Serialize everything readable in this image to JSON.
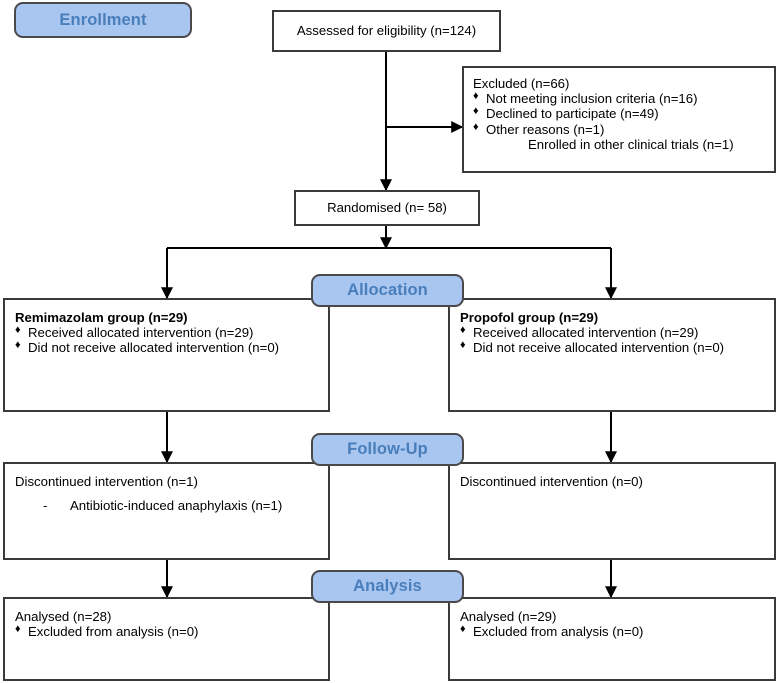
{
  "diagram": {
    "type": "consort-flow-diagram",
    "colors": {
      "pill_fill": "#a8c6f0",
      "pill_text": "#4a7ebb",
      "pill_border": "#4a4a4a",
      "box_border": "#3a3a3a",
      "box_fill": "#ffffff",
      "text": "#000000",
      "connector": "#000000"
    },
    "stage_labels": {
      "enrollment": "Enrollment",
      "allocation": "Allocation",
      "followup": "Follow-Up",
      "analysis": "Analysis"
    },
    "enrollment": {
      "assessed": "Assessed for eligibility (n=124)",
      "excluded": {
        "heading": "Excluded (n=66)",
        "reasons": [
          "Not meeting inclusion criteria (n=16)",
          "Declined to participate (n=49)",
          "Other reasons (n=1)"
        ],
        "sub_reason": "Enrolled in other clinical trials (n=1)"
      },
      "randomised": "Randomised (n= 58)"
    },
    "allocation": {
      "left": {
        "title": "Remimazolam group (n=29)",
        "items": [
          "Received allocated intervention (n=29)",
          "Did not receive allocated intervention (n=0)"
        ]
      },
      "right": {
        "title": "Propofol group (n=29)",
        "items": [
          "Received allocated intervention (n=29)",
          "Did not receive allocated intervention (n=0)"
        ]
      }
    },
    "followup": {
      "left": {
        "heading": "Discontinued intervention (n=1)",
        "sub_reason": "Antibiotic-induced anaphylaxis (n=1)"
      },
      "right": {
        "heading": "Discontinued intervention (n=0)"
      }
    },
    "analysis": {
      "left": {
        "heading": "Analysed (n=28)",
        "items": [
          "Excluded from analysis (n=0)"
        ]
      },
      "right": {
        "heading": "Analysed (n=29)",
        "items": [
          "Excluded from analysis (n=0)"
        ]
      }
    },
    "glyphs": {
      "bullet": "♦",
      "dash": "-"
    }
  }
}
